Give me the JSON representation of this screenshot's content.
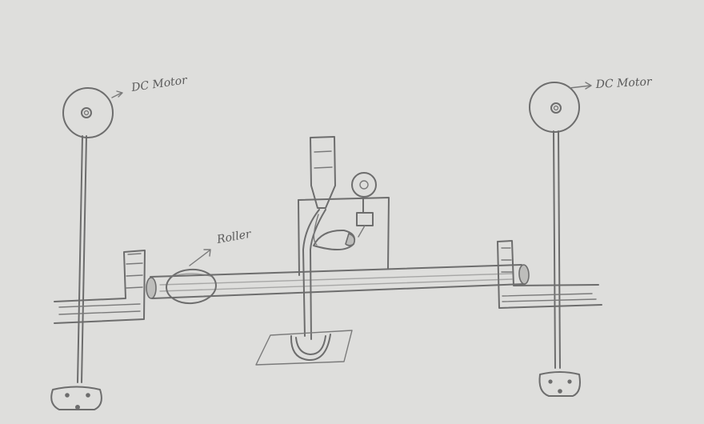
{
  "labels": {
    "left_motor": "DC Motor",
    "right_motor": "DC Motor",
    "roller": "Roller"
  },
  "colors": {
    "paper": "#d9d9d7",
    "pencil": "#6d6d6d",
    "shade": "#bdbdbb"
  }
}
